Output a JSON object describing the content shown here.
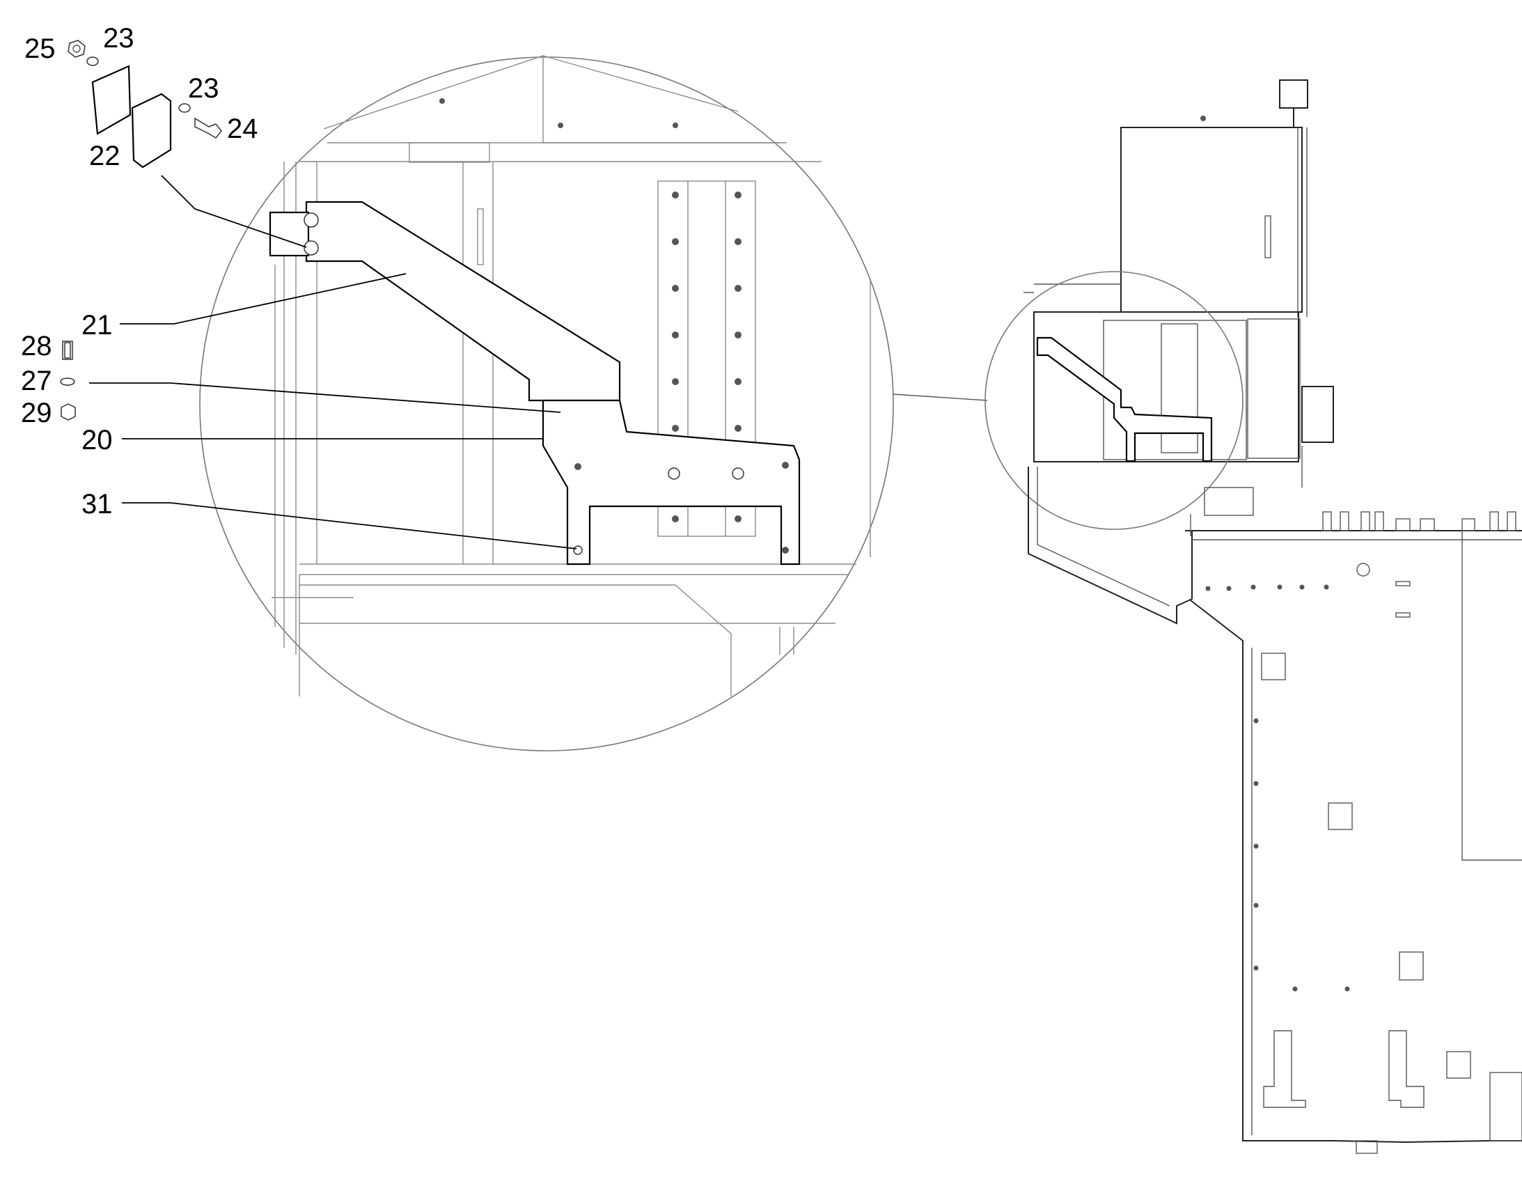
{
  "callouts": [
    {
      "id": "25",
      "label": "25"
    },
    {
      "id": "23a",
      "label": "23"
    },
    {
      "id": "23b",
      "label": "23"
    },
    {
      "id": "24",
      "label": "24"
    },
    {
      "id": "22",
      "label": "22"
    },
    {
      "id": "21",
      "label": "21"
    },
    {
      "id": "28",
      "label": "28"
    },
    {
      "id": "27",
      "label": "27"
    },
    {
      "id": "29",
      "label": "29"
    },
    {
      "id": "20",
      "label": "20"
    },
    {
      "id": "31",
      "label": "31"
    }
  ]
}
